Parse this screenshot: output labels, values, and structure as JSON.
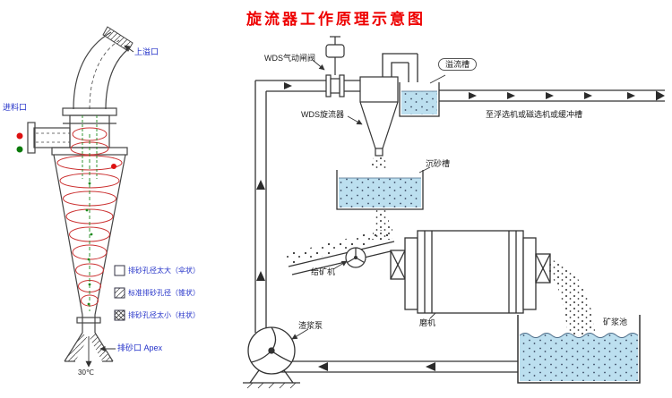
{
  "title": "旋流器工作原理示意图",
  "colors": {
    "title": "#ee0000",
    "left_labels": "#2230c8",
    "line": "#333333",
    "spiral_red": "#cc3333",
    "spiral_green": "#1d8a1d",
    "water": "#bcdfef"
  },
  "cyclone_detail": {
    "overflow_label": "上溢口",
    "inlet_label": "进料口",
    "legend": [
      {
        "icon": "square-outline-icon",
        "label": "排砂孔径太大（伞状）"
      },
      {
        "icon": "square-hatched-icon",
        "label": "标准排砂孔径（锥状）"
      },
      {
        "icon": "square-dense-hatch-icon",
        "label": "排砂孔径太小（柱状）"
      }
    ],
    "apex_label": "排砂口 Apex",
    "temperature": "30℃"
  },
  "flow_diagram": {
    "valve_label": "WDS气动闸阀",
    "cyclone_label": "WDS旋流器",
    "overflow_tank_label": "溢流槽",
    "destination_label": "至浮选机或磁选机或缓冲槽",
    "settling_tank_label": "沉砂槽",
    "feeder_label": "给矿机",
    "mill_label": "磨机",
    "pump_label": "渣浆泵",
    "pool_label": "矿浆池"
  }
}
